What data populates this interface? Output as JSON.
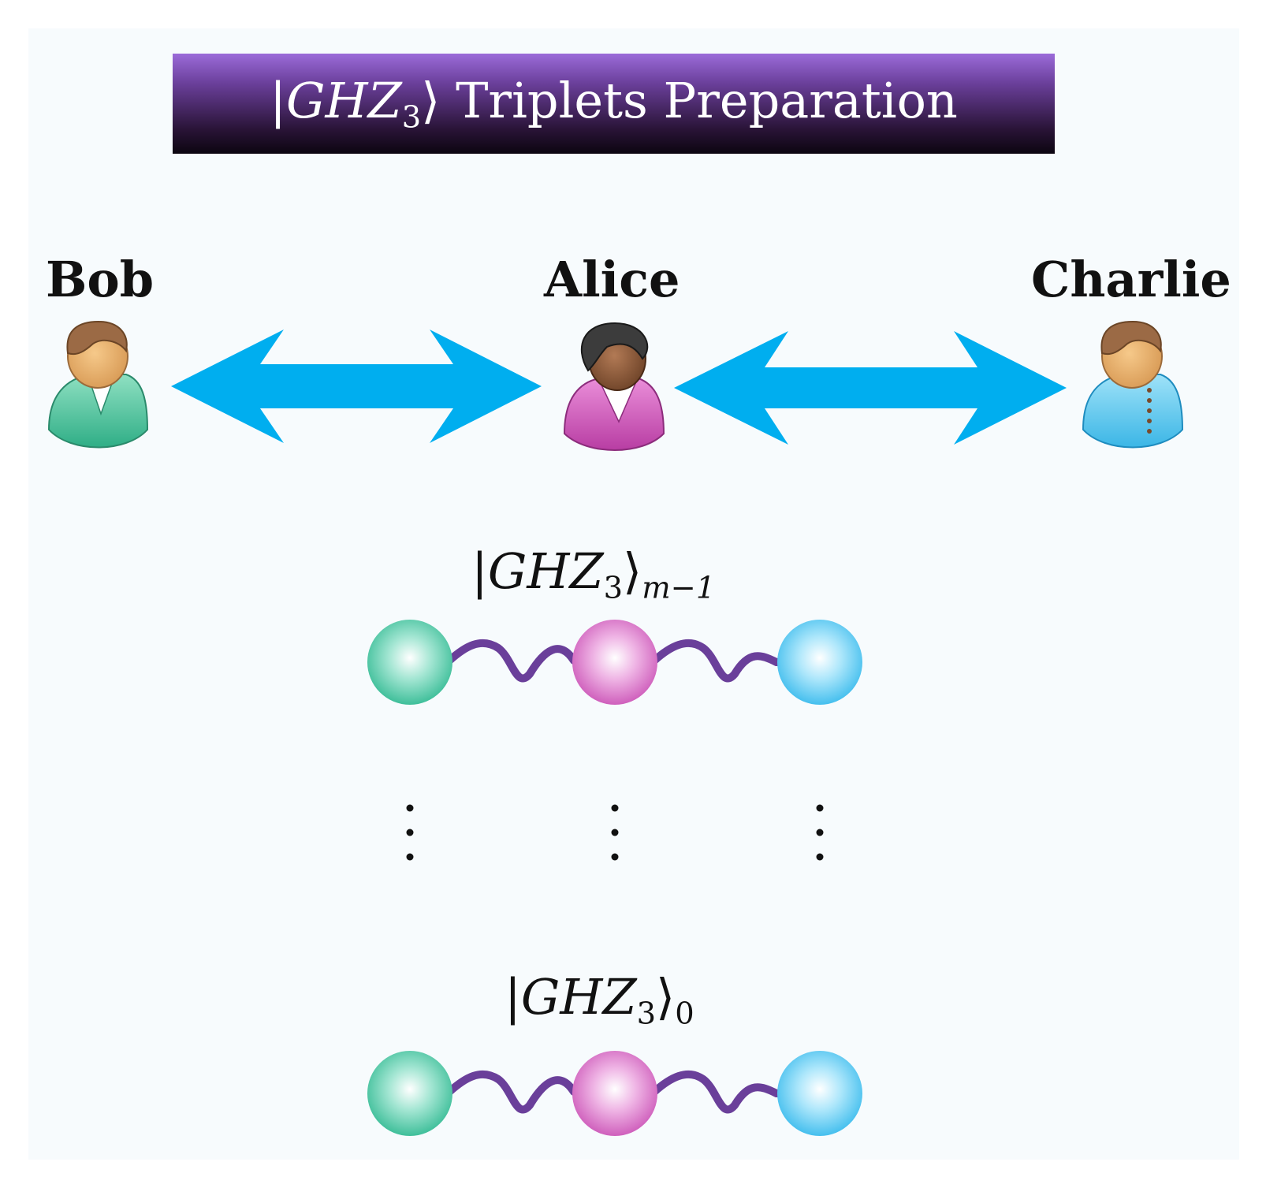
{
  "banner": {
    "bra_open": "|",
    "symbol": "GHZ",
    "subscript": "3",
    "ket_close": "⟩",
    "text": " Triplets Preparation"
  },
  "parties": {
    "bob": "Bob",
    "alice": "Alice",
    "charlie": "Charlie"
  },
  "states": {
    "top": {
      "open": "|",
      "symbol": "GHZ",
      "index": "3",
      "close": "⟩",
      "label_sub": "m−1"
    },
    "bottom": {
      "open": "|",
      "symbol": "GHZ",
      "index": "3",
      "close": "⟩",
      "label_sub": "0"
    }
  },
  "colors": {
    "arrow": "#00aeef",
    "bob_qubit": "#4fc9a8",
    "alice_qubit": "#d872c6",
    "charlie_qubit": "#5cc9f2",
    "link": "#6a3f9a",
    "banner_top": "#9b6bd9",
    "banner_bottom": "#0c0510"
  },
  "icons": {
    "bob": "user-male-green-icon",
    "alice": "user-female-pink-icon",
    "charlie": "user-male-blue-icon"
  }
}
